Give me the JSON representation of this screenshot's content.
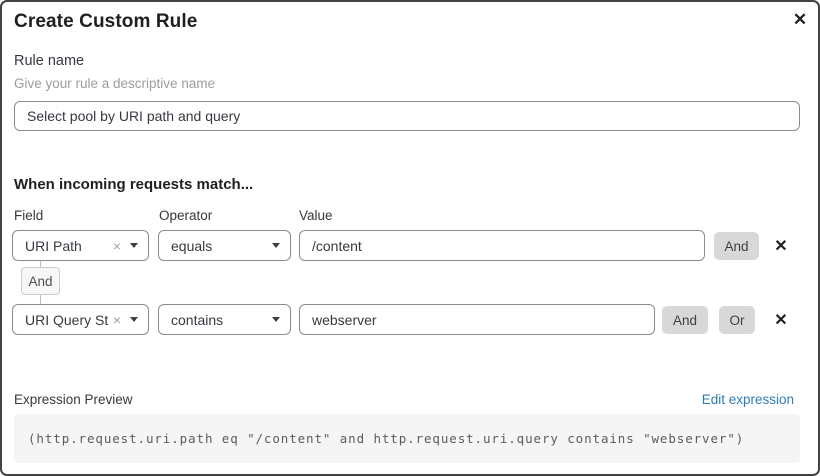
{
  "dialog": {
    "title": "Create Custom Rule"
  },
  "icons": {
    "close": "✕",
    "clear": "×",
    "delete": "✕"
  },
  "rule_name": {
    "label": "Rule name",
    "hint": "Give your rule a descriptive name",
    "value": "Select pool by URI path and query"
  },
  "matcher": {
    "heading": "When incoming requests match...",
    "columns": {
      "field": "Field",
      "operator": "Operator",
      "value": "Value"
    },
    "connector": "And",
    "rows": [
      {
        "field": "URI Path",
        "operator": "equals",
        "value": "/content",
        "buttons": [
          "And"
        ]
      },
      {
        "field": "URI Query St...",
        "operator": "contains",
        "value": "webserver",
        "buttons": [
          "And",
          "Or"
        ]
      }
    ]
  },
  "expression": {
    "label": "Expression Preview",
    "edit_link": "Edit expression",
    "code": "(http.request.uri.path eq \"/content\" and http.request.uri.query contains \"webserver\")"
  },
  "colors": {
    "link_blue": "#2e7cb8",
    "button_gray": "#d8d8d8",
    "code_background": "#f5f5f5",
    "border_gray": "#8c8c8c"
  }
}
